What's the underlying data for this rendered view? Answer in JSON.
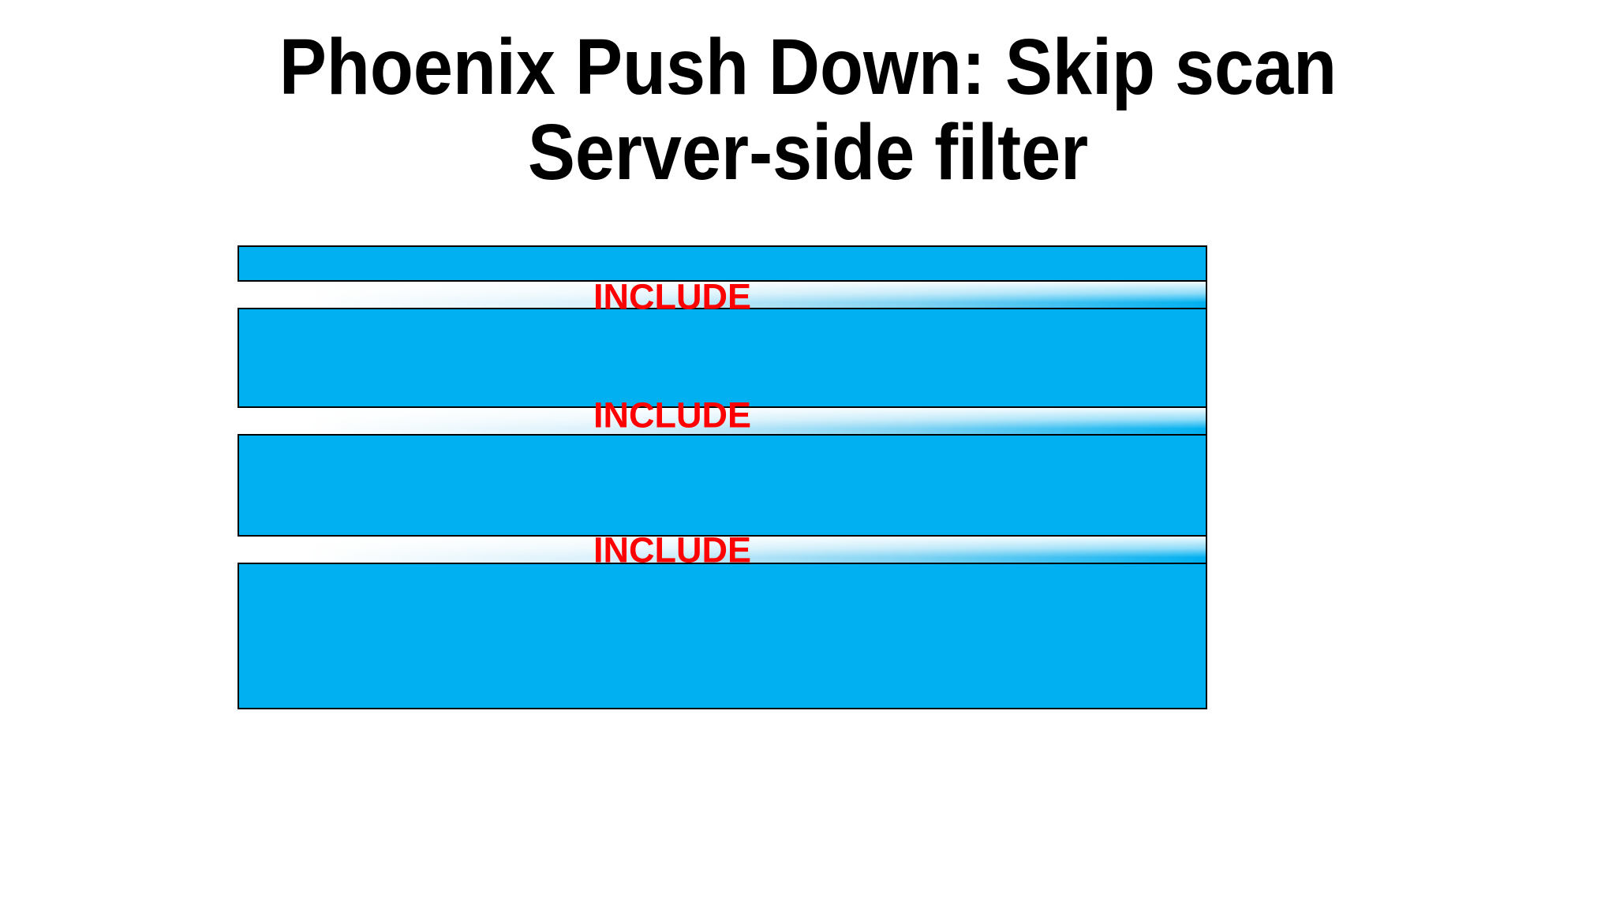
{
  "slide": {
    "background": "#ffffff"
  },
  "title": {
    "line1": "Phoenix Push Down: Skip scan",
    "line2": "Server-side filter",
    "color": "#000000"
  },
  "diagram": {
    "region_fill": "#00b0f0",
    "border_color": "#000000",
    "label_color": "#ff0000",
    "band_gradient_start": "#ffffff",
    "band_gradient_end": "#00b0f0",
    "bands": [
      {
        "label": "INCLUDE"
      },
      {
        "label": "INCLUDE"
      },
      {
        "label": "INCLUDE"
      }
    ]
  }
}
